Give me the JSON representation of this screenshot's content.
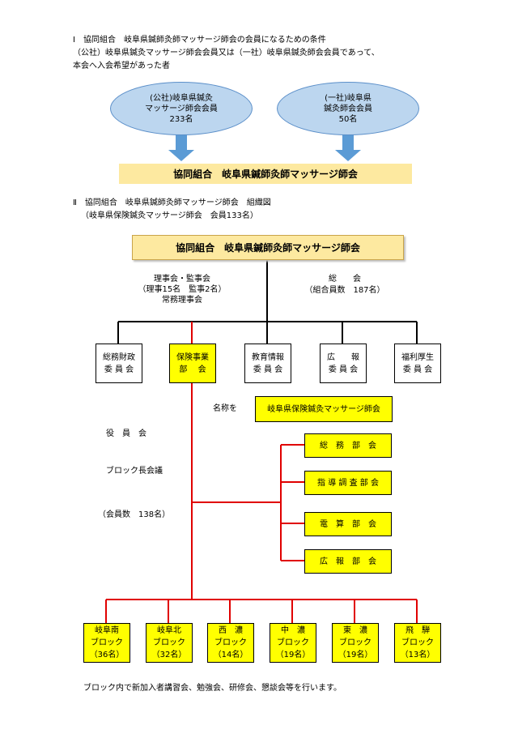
{
  "section1": {
    "heading": "Ⅰ　協同組合　岐阜県鍼師灸師マッサージ師会の会員になるための条件",
    "line1": "（公社）岐阜県鍼灸マッサージ師会会員又は（一社）岐阜県鍼灸師会会員であって、",
    "line2": "本会へ入会希望があった者",
    "ellipse_left": {
      "line1": "(公社)岐阜県鍼灸",
      "line2": "マッサージ師会会員",
      "line3": "233名"
    },
    "ellipse_right": {
      "line1": "(一社)岐阜県",
      "line2": "鍼灸師会会員",
      "line3": "50名"
    },
    "banner": "協同組合　岐阜県鍼師灸師マッサージ師会"
  },
  "section2": {
    "heading": "Ⅱ　協同組合　岐阜県鍼師灸師マッサージ師会　組織図",
    "subheading": "（岐阜県保険鍼灸マッサージ師会　会員133名）",
    "top_box": "協同組合　岐阜県鍼師灸師マッサージ師会",
    "board": {
      "line1": "理事会・監事会",
      "line2": "（理事15名　監事2名）",
      "line3": "常務理事会"
    },
    "general": {
      "line1": "総　　会",
      "line2": "（組合員数　187名）"
    },
    "committees": [
      {
        "line1": "総務財政",
        "line2": "委 員 会"
      },
      {
        "line1": "保険事業",
        "line2": "部　 会"
      },
      {
        "line1": "教育情報",
        "line2": "委 員 会"
      },
      {
        "line1": "広　　報",
        "line2": "委 員 会"
      },
      {
        "line1": "福利厚生",
        "line2": "委 員 会"
      }
    ],
    "name_label": "名称を",
    "name_box": "岐阜県保険鍼灸マッサージ師会",
    "officers": "役　員　会",
    "block_meeting": "ブロック長会議",
    "members": "（会員数　138名）",
    "departments": [
      "総　務　部　会",
      "指 導 調 査 部 会",
      "電　算　部　会",
      "広　報　部　会"
    ],
    "blocks": [
      {
        "line1": "岐阜南",
        "line2": "ブロック",
        "line3": "（36名）"
      },
      {
        "line1": "岐阜北",
        "line2": "ブロック",
        "line3": "（32名）"
      },
      {
        "line1": "西　濃",
        "line2": "ブロック",
        "line3": "（14名）"
      },
      {
        "line1": "中　濃",
        "line2": "ブロック",
        "line3": "（19名）"
      },
      {
        "line1": "東　濃",
        "line2": "ブロック",
        "line3": "（19名）"
      },
      {
        "line1": "飛　騨",
        "line2": "ブロック",
        "line3": "（13名）"
      }
    ],
    "footer": "ブロック内で新加入者講習会、勉強会、研修会、懇談会等を行います。"
  },
  "colors": {
    "ellipse_fill": "#bcd6ef",
    "arrow": "#5b9bd5",
    "banner": "#fde9a0",
    "highlight": "#ffff00",
    "red_line": "#e00000"
  }
}
